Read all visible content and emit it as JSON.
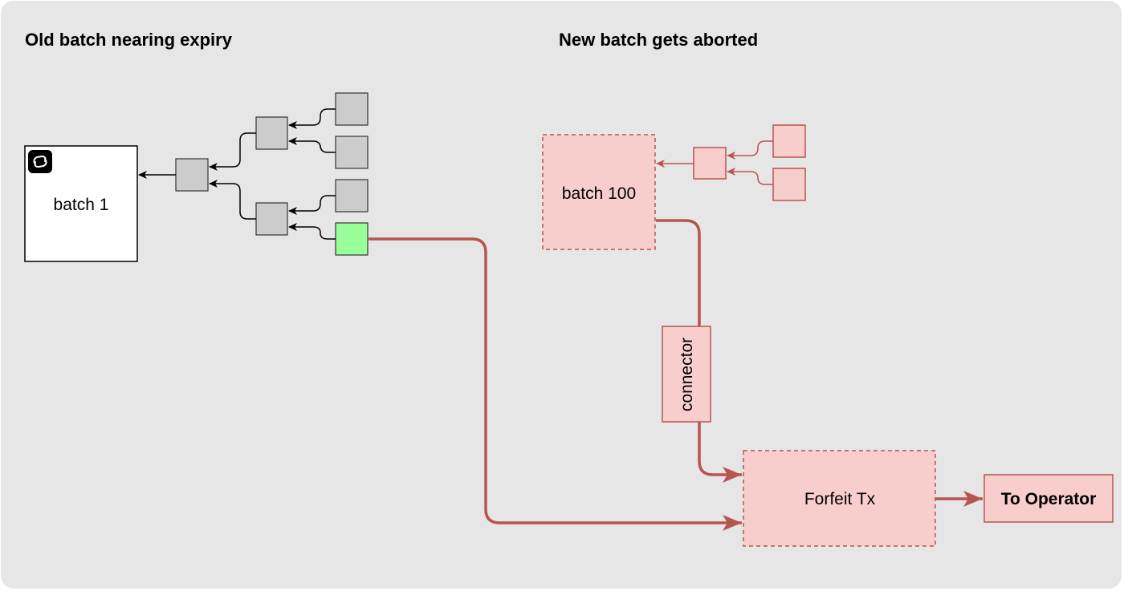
{
  "headings": {
    "left": "Old batch nearing expiry",
    "right": "New batch gets aborted"
  },
  "nodes": {
    "batch1": "batch 1",
    "batch100": "batch 100",
    "connector": "connector",
    "forfeit": "Forfeit Tx",
    "operator": "To Operator"
  },
  "icons": {
    "batch1_badge": "link-icon"
  },
  "colors": {
    "panel_bg": "#e6e6e6",
    "tree_node_fill": "#cccccc",
    "highlight_node_fill": "#99ff99",
    "aborted_fill": "#f8cecc",
    "aborted_stroke": "#b85450"
  }
}
